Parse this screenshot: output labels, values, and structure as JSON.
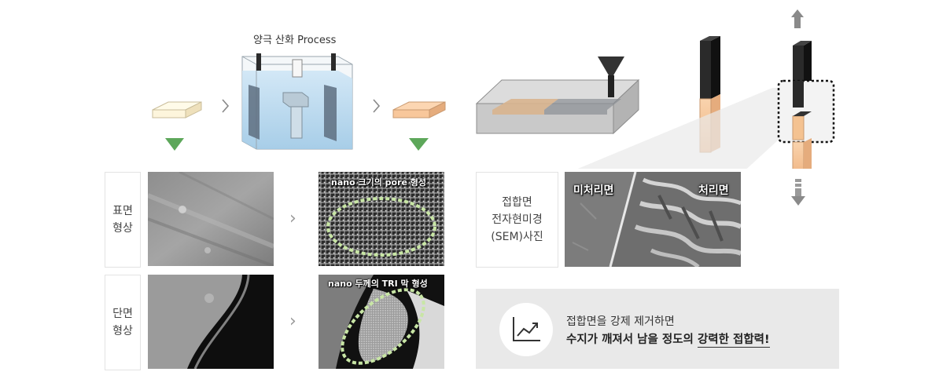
{
  "process": {
    "title": "양극 산화 Process"
  },
  "rows": [
    {
      "label": "표면\n형상"
    },
    {
      "label": "단면\n형상"
    }
  ],
  "annotations": {
    "pore": "nano 크기의 pore 형성",
    "tri": "nano 두께의 TRI 막 형성",
    "untreated": "미처리면",
    "treated": "처리면"
  },
  "sem": {
    "label": "접합면\n전자현미경\n(SEM)사진"
  },
  "summary": {
    "icon": "rising-chart-icon",
    "line1": "접합면을 강제 제거하면",
    "line2_a": "수지가 깨져서 남을 정도의 ",
    "line2_b": "강력한 접합력!"
  },
  "colors": {
    "plate_plain": "#fdf5dc",
    "plate_treated": "#f8c79b",
    "arrow_green": "#5da75a",
    "tank_liquid": "#b9d9ef",
    "summary_bg": "#e9e9e9"
  }
}
